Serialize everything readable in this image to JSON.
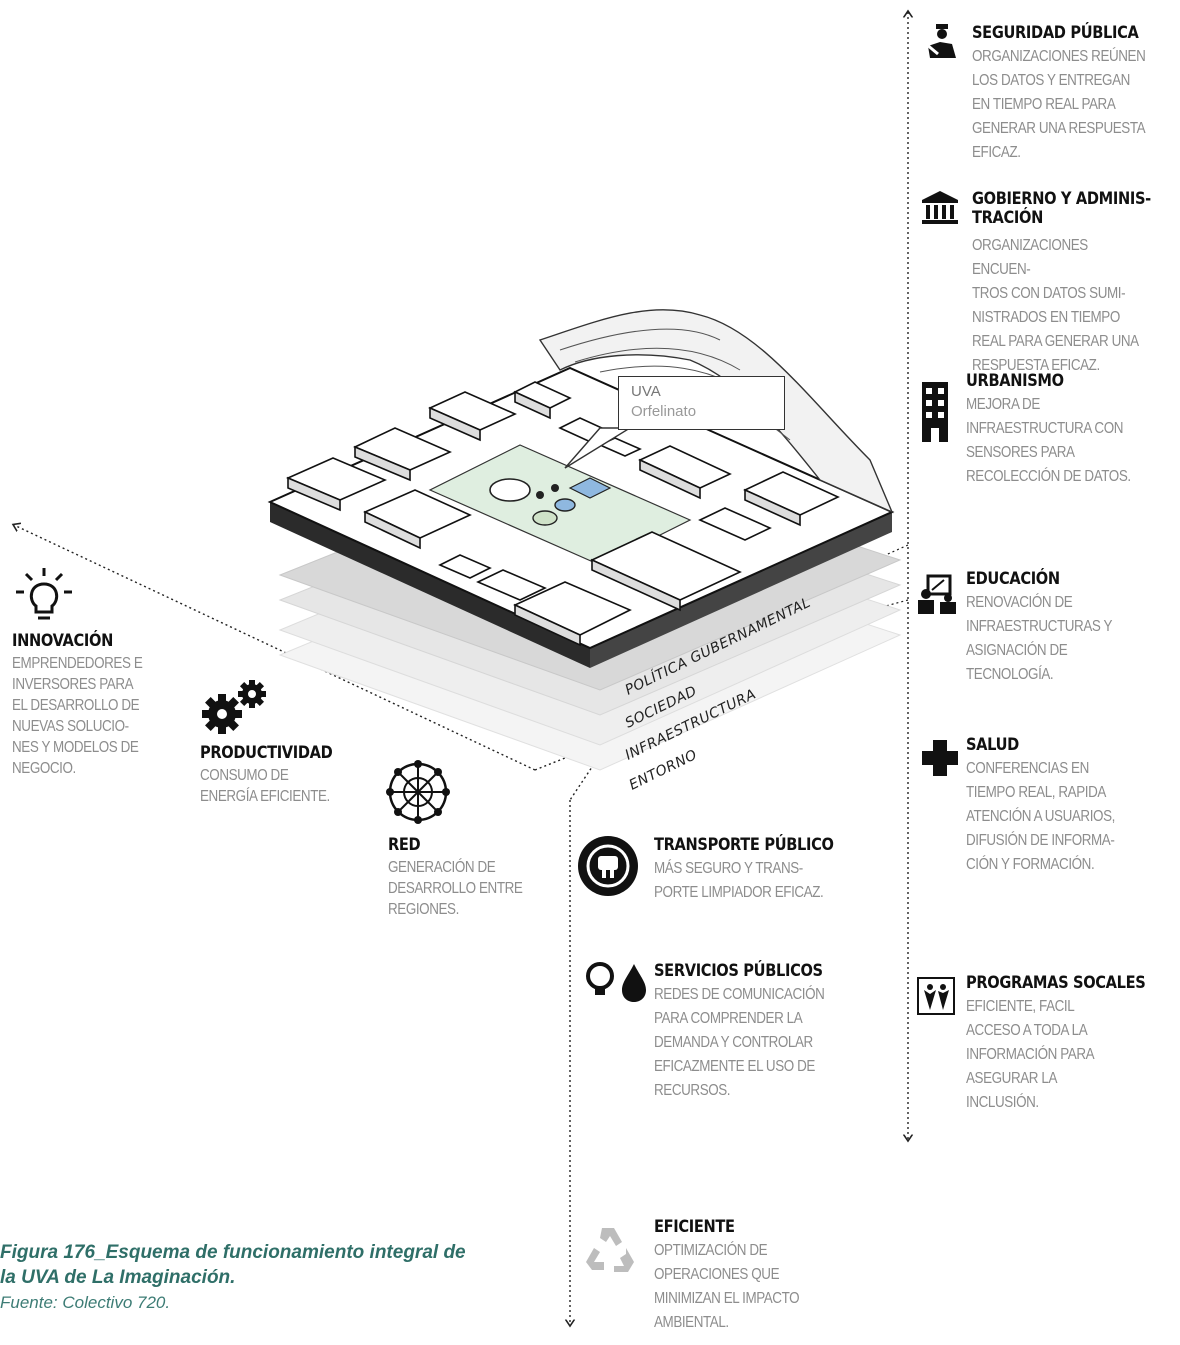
{
  "callout": {
    "title": "UVA",
    "subtitle": "Orfelinato"
  },
  "layers": [
    "POLÍTICA GUBERNAMENTAL",
    "SOCIEDAD",
    "INFRAESTRUCTURA",
    "ENTORNO"
  ],
  "right_items": [
    {
      "title": "SEGURIDAD PÚBLICA",
      "icon": "police-icon",
      "text": "ORGANIZACIONES REÚNEN\nLOS DATOS Y ENTREGAN\nEN TIEMPO REAL PARA\nGENERAR UNA RESPUESTA\nEFICAZ."
    },
    {
      "title": "GOBIERNO Y ADMINIS-\nTRACIÓN",
      "icon": "government-building-icon",
      "text": "ORGANIZACIONES ENCUEN-\nTROS CON DATOS SUMI-\nNISTRADOS EN TIEMPO\nREAL PARA GENERAR UNA\nRESPUESTA EFICAZ."
    },
    {
      "title": "URBANISMO",
      "icon": "building-icon",
      "text": "MEJORA DE\nINFRAESTRUCTURA CON\nSENSORES PARA\nRECOLECCIÓN DE DATOS."
    },
    {
      "title": "EDUCACIÓN",
      "icon": "education-icon",
      "text": "RENOVACIÓN DE\nINFRAESTRUCTURAS Y\nASIGNACIÓN DE\nTECNOLOGÍA."
    },
    {
      "title": "SALUD",
      "icon": "health-cross-icon",
      "text": "CONFERENCIAS EN\nTIEMPO REAL, RAPIDA\nATENCIÓN A USUARIOS,\nDIFUSIÓN DE INFORMA-\nCIÓN Y FORMACIÓN."
    },
    {
      "title": "PROGRAMAS SOCALES",
      "icon": "social-programs-icon",
      "text": "EFICIENTE, FACIL\nACCESO A TODA LA\nINFORMACIÓN PARA\nASEGURAR LA\nINCLUSIÓN."
    }
  ],
  "center_items": [
    {
      "title": "TRANSPORTE PÚBLICO",
      "icon": "transport-icon",
      "text": "MÁS SEGURO Y TRANS-\nPORTE LIMPIADOR EFICAZ."
    },
    {
      "title": "SERVICIOS PÚBLICOS",
      "icon": "bulb-water-icon",
      "text": "REDES DE COMUNICACIÓN\nPARA COMPRENDER LA\nDEMANDA Y CONTROLAR\nEFICAZMENTE EL USO DE\nRECURSOS."
    },
    {
      "title": "EFICIENTE",
      "icon": "recycle-icon",
      "text": "OPTIMIZACIÓN DE\nOPERACIONES QUE\nMINIMIZAN EL IMPACTO\nAMBIENTAL."
    }
  ],
  "left_items": [
    {
      "title": "INNOVACIÓN",
      "icon": "lightbulb-icon",
      "text": "EMPRENDEDORES E\nINVERSORES PARA\nEL DESARROLLO DE\nNUEVAS SOLUCIO-\nNES Y MODELOS DE\nNEGOCIO."
    },
    {
      "title": "PRODUCTIVIDAD",
      "icon": "gears-icon",
      "text": "CONSUMO DE\nENERGÍA EFICIENTE."
    },
    {
      "title": "RED",
      "icon": "network-icon",
      "text": "GENERACIÓN DE\nDESARROLLO ENTRE\nREGIONES."
    }
  ],
  "caption": {
    "title": "Figura 176_Esquema de funcionamiento integral de\nla UVA de La Imaginación.",
    "source": "Fuente: Colectivo 720."
  },
  "colors": {
    "caption": "#2f6f68",
    "body_text": "#8d8d8d",
    "plaza": "#dfeee0",
    "accent_blue": "#8fb8e0"
  }
}
